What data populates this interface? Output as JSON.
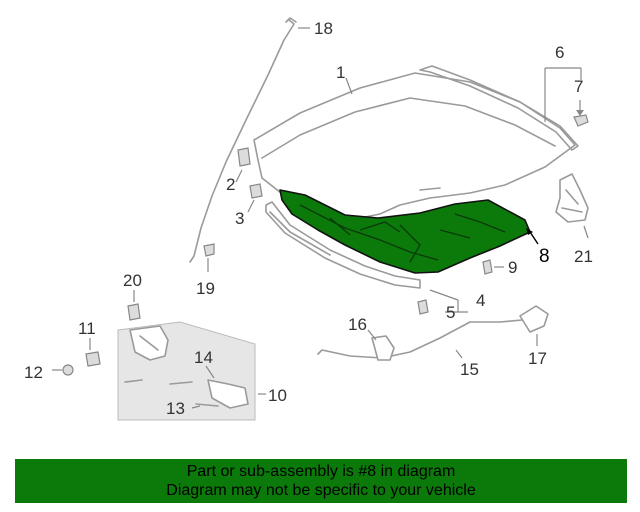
{
  "diagram": {
    "callouts": {
      "c1": "1",
      "c2": "2",
      "c3": "3",
      "c4": "4",
      "c5": "5",
      "c6": "6",
      "c7": "7",
      "c8": "8",
      "c9": "9",
      "c10": "10",
      "c11": "11",
      "c12": "12",
      "c13": "13",
      "c14": "14",
      "c15": "15",
      "c16": "16",
      "c17": "17",
      "c18": "18",
      "c19": "19",
      "c20": "20",
      "c21": "21"
    },
    "highlight_color": "#0b7a0b",
    "highlighted_part": "8"
  },
  "banner": {
    "line1": "Part or sub-assembly is #8 in diagram",
    "line2": "Diagram may not be specific to your vehicle",
    "color": "#0b7a0b"
  }
}
